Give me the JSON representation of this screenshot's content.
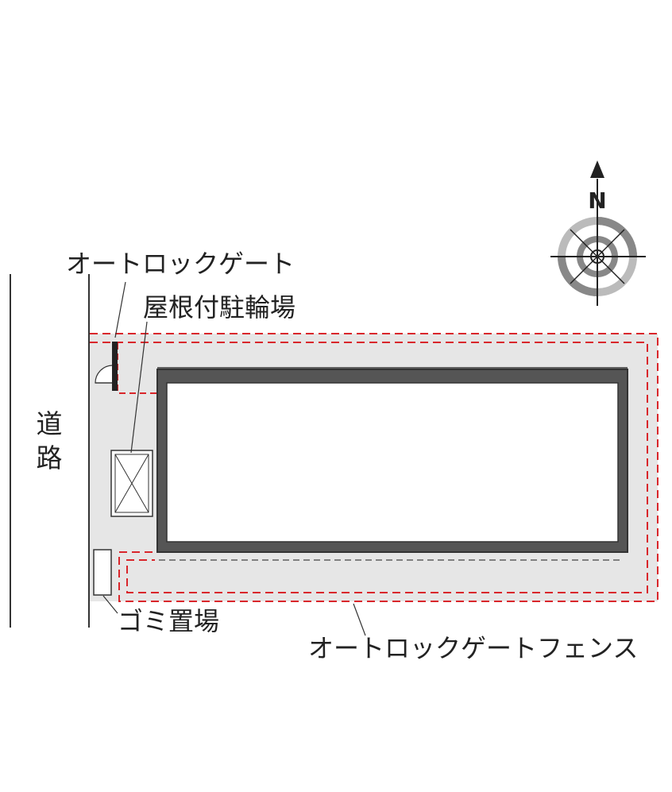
{
  "labels": {
    "auto_lock_gate": "オートロックゲート",
    "covered_bicycle_parking": "屋根付駐輪場",
    "road_char_1": "道",
    "road_char_2": "路",
    "garbage_area": "ゴミ置場",
    "auto_lock_gate_fence": "オートロックゲートフェンス"
  },
  "compass": {
    "north_label": "N",
    "icon": "compass-rose-icon"
  },
  "colors": {
    "fence_dashed": "#d9262b",
    "site_fill": "#e6e6e6",
    "building_wall": "#555555",
    "line": "#333333"
  }
}
